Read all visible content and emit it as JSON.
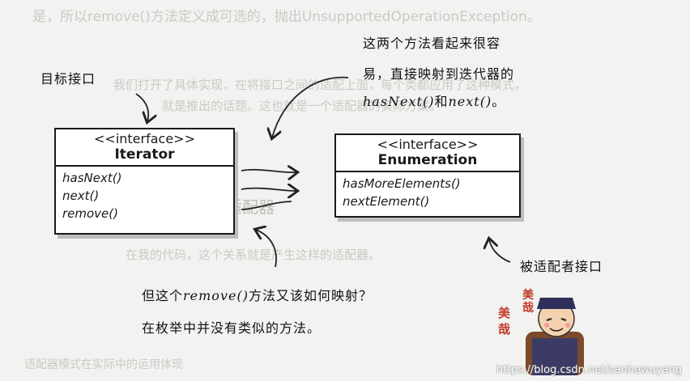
{
  "background_text": {
    "top_line": "是，所以remove()方法定义成可选的，抛出UnsupportedOperationException。",
    "line2": "我们打开了具体实现，在将接口之间的适配上面，每个类都应用了这种模式，",
    "line3": "就是推出的话题。这也就是一个适配器的实际方案。",
    "heading": "mpcorcoriterator适配器",
    "line5": "在我的代码，这个关系就是产生这样的适配器。",
    "bottom_left": "适配器模式在实际中的运用体现"
  },
  "annotations": {
    "target_interface": "目标接口",
    "easy_mapping_line1": "这两个方法看起来很容",
    "easy_mapping_line2": "易，直接映射到迭代器的",
    "easy_mapping_line3_a": "hasNext()",
    "easy_mapping_line3_b": "和",
    "easy_mapping_line3_c": "next()",
    "easy_mapping_line3_d": "。",
    "adaptee_interface": "被适配者接口",
    "remove_question_line1_a": "但这个",
    "remove_question_line1_b": "remove()",
    "remove_question_line1_c": "方法又该如何映射？",
    "remove_question_line2": "在枚举中并没有类似的方法。"
  },
  "iterator_box": {
    "stereotype": "<<interface>>",
    "name": "Iterator",
    "methods": [
      "hasNext()",
      "next()",
      "remove()"
    ]
  },
  "enumeration_box": {
    "stereotype": "<<interface>>",
    "name": "Enumeration",
    "methods": [
      "hasMoreElements()",
      "nextElement()"
    ]
  },
  "mascot": {
    "caption_1": "美",
    "caption_2": "哉",
    "caption_3": "美",
    "caption_4": "哉"
  },
  "watermark": "https://blog.csdn.net/sanhewuyang"
}
